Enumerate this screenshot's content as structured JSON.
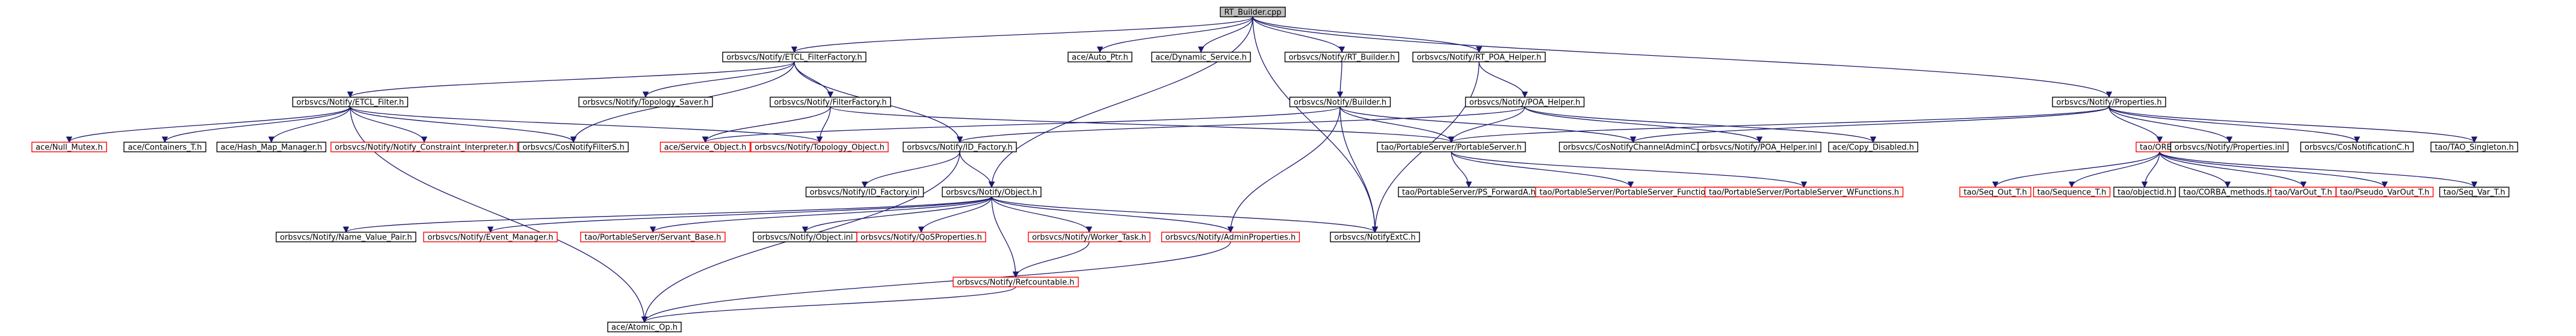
{
  "graph": {
    "colors": {
      "root_fill": "#bfbfbf",
      "node_border": "#000000",
      "missing_border": "#ff0000",
      "node_fill": "#ffffff",
      "edge_midnight": "#191970",
      "edge_orange": "#b35000"
    },
    "nodes": [
      {
        "id": "rt_builder_cpp",
        "label": "RT_Builder.cpp",
        "kind": "root"
      },
      {
        "id": "etcl_filterfactory_h",
        "label": "orbsvcs/Notify/ETCL_FilterFactory.h",
        "kind": "doc"
      },
      {
        "id": "auto_ptr_h",
        "label": "ace/Auto_Ptr.h",
        "kind": "doc"
      },
      {
        "id": "dynamic_service_h",
        "label": "ace/Dynamic_Service.h",
        "kind": "doc"
      },
      {
        "id": "rt_builder_h",
        "label": "orbsvcs/Notify/RT_Builder.h",
        "kind": "doc"
      },
      {
        "id": "rt_poa_helper_h",
        "label": "orbsvcs/Notify/RT_POA_Helper.h",
        "kind": "doc"
      },
      {
        "id": "notify_properties_h",
        "label": "orbsvcs/Notify/Properties.h",
        "kind": "doc"
      },
      {
        "id": "etcl_filter_h",
        "label": "orbsvcs/Notify/ETCL_Filter.h",
        "kind": "doc"
      },
      {
        "id": "topology_saver_h",
        "label": "orbsvcs/Notify/Topology_Saver.h",
        "kind": "doc"
      },
      {
        "id": "filterfactory_h",
        "label": "orbsvcs/Notify/FilterFactory.h",
        "kind": "doc"
      },
      {
        "id": "builder_h",
        "label": "orbsvcs/Notify/Builder.h",
        "kind": "doc"
      },
      {
        "id": "poa_helper_h",
        "label": "orbsvcs/Notify/POA_Helper.h",
        "kind": "doc"
      },
      {
        "id": "null_mutex_h",
        "label": "ace/Null_Mutex.h",
        "kind": "missing"
      },
      {
        "id": "containers_t_h",
        "label": "ace/Containers_T.h",
        "kind": "doc"
      },
      {
        "id": "hash_map_manager_h",
        "label": "ace/Hash_Map_Manager.h",
        "kind": "doc"
      },
      {
        "id": "constraint_interpreter_h",
        "label": "orbsvcs/Notify/Notify_Constraint_Interpreter.h",
        "kind": "missing"
      },
      {
        "id": "cosnotifyfilters_h",
        "label": "orbsvcs/CosNotifyFilterS.h",
        "kind": "doc"
      },
      {
        "id": "service_object_h",
        "label": "ace/Service_Object.h",
        "kind": "missing"
      },
      {
        "id": "topology_object_h",
        "label": "orbsvcs/Notify/Topology_Object.h",
        "kind": "missing"
      },
      {
        "id": "id_factory_h",
        "label": "orbsvcs/Notify/ID_Factory.h",
        "kind": "doc"
      },
      {
        "id": "portableserver_h",
        "label": "tao/PortableServer/PortableServer.h",
        "kind": "doc"
      },
      {
        "id": "cosnotifychanneladminc_h",
        "label": "orbsvcs/CosNotifyChannelAdminC.h",
        "kind": "doc"
      },
      {
        "id": "poa_helper_inl",
        "label": "orbsvcs/Notify/POA_Helper.inl",
        "kind": "doc"
      },
      {
        "id": "copy_disabled_h",
        "label": "ace/Copy_Disabled.h",
        "kind": "doc"
      },
      {
        "id": "orb_h",
        "label": "tao/ORB.h",
        "kind": "missing"
      },
      {
        "id": "properties_inl",
        "label": "orbsvcs/Notify/Properties.inl",
        "kind": "doc"
      },
      {
        "id": "cosnotificationc_h",
        "label": "orbsvcs/CosNotificationC.h",
        "kind": "doc"
      },
      {
        "id": "tao_singleton_h",
        "label": "tao/TAO_Singleton.h",
        "kind": "doc"
      },
      {
        "id": "id_factory_inl",
        "label": "orbsvcs/Notify/ID_Factory.inl",
        "kind": "doc"
      },
      {
        "id": "notify_object_h",
        "label": "orbsvcs/Notify/Object.h",
        "kind": "doc"
      },
      {
        "id": "ps_forwarda_h",
        "label": "tao/PortableServer/PS_ForwardA.h",
        "kind": "doc"
      },
      {
        "id": "portableserver_functions_h",
        "label": "tao/PortableServer/PortableServer_Functions.h",
        "kind": "missing"
      },
      {
        "id": "portableserver_wfunctions_h",
        "label": "tao/PortableServer/PortableServer_WFunctions.h",
        "kind": "missing"
      },
      {
        "id": "seq_out_t_h",
        "label": "tao/Seq_Out_T.h",
        "kind": "missing"
      },
      {
        "id": "sequence_t_h",
        "label": "tao/Sequence_T.h",
        "kind": "missing"
      },
      {
        "id": "objectid_h",
        "label": "tao/objectid.h",
        "kind": "doc"
      },
      {
        "id": "corba_methods_h",
        "label": "tao/CORBA_methods.h",
        "kind": "doc"
      },
      {
        "id": "varout_t_h",
        "label": "tao/VarOut_T.h",
        "kind": "missing"
      },
      {
        "id": "pseudo_varout_t_h",
        "label": "tao/Pseudo_VarOut_T.h",
        "kind": "missing"
      },
      {
        "id": "seq_var_t_h",
        "label": "tao/Seq_Var_T.h",
        "kind": "doc"
      },
      {
        "id": "name_value_pair_h",
        "label": "orbsvcs/Notify/Name_Value_Pair.h",
        "kind": "doc"
      },
      {
        "id": "event_manager_h",
        "label": "orbsvcs/Notify/Event_Manager.h",
        "kind": "missing"
      },
      {
        "id": "servant_base_h",
        "label": "tao/PortableServer/Servant_Base.h",
        "kind": "missing"
      },
      {
        "id": "notify_object_inl",
        "label": "orbsvcs/Notify/Object.inl",
        "kind": "doc"
      },
      {
        "id": "qosproperties_h",
        "label": "orbsvcs/Notify/QoSProperties.h",
        "kind": "missing"
      },
      {
        "id": "worker_task_h",
        "label": "orbsvcs/Notify/Worker_Task.h",
        "kind": "missing"
      },
      {
        "id": "adminproperties_h",
        "label": "orbsvcs/Notify/AdminProperties.h",
        "kind": "missing"
      },
      {
        "id": "notifyextc_h",
        "label": "orbsvcs/NotifyExtC.h",
        "kind": "doc"
      },
      {
        "id": "refcountable_h",
        "label": "orbsvcs/Notify/Refcountable.h",
        "kind": "missing"
      },
      {
        "id": "atomic_op_h",
        "label": "ace/Atomic_Op.h",
        "kind": "doc"
      }
    ],
    "edges": [
      {
        "from": "rt_builder_cpp",
        "to": "etcl_filterfactory_h",
        "color": "midnight"
      },
      {
        "from": "rt_builder_cpp",
        "to": "auto_ptr_h",
        "color": "midnight"
      },
      {
        "from": "rt_builder_cpp",
        "to": "dynamic_service_h",
        "color": "midnight"
      },
      {
        "from": "rt_builder_cpp",
        "to": "rt_builder_h",
        "color": "midnight"
      },
      {
        "from": "rt_builder_cpp",
        "to": "rt_poa_helper_h",
        "color": "midnight"
      },
      {
        "from": "rt_builder_cpp",
        "to": "notify_properties_h",
        "color": "midnight"
      },
      {
        "from": "rt_builder_cpp",
        "to": "notify_object_h",
        "color": "midnight"
      },
      {
        "from": "rt_builder_cpp",
        "to": "notifyextc_h",
        "color": "midnight"
      },
      {
        "from": "etcl_filterfactory_h",
        "to": "etcl_filter_h",
        "color": "midnight"
      },
      {
        "from": "etcl_filterfactory_h",
        "to": "topology_saver_h",
        "color": "midnight"
      },
      {
        "from": "etcl_filterfactory_h",
        "to": "filterfactory_h",
        "color": "midnight"
      },
      {
        "from": "etcl_filterfactory_h",
        "to": "id_factory_h",
        "color": "midnight"
      },
      {
        "from": "etcl_filterfactory_h",
        "to": "cosnotifyfilters_h",
        "color": "midnight"
      },
      {
        "from": "etcl_filter_h",
        "to": "null_mutex_h",
        "color": "midnight"
      },
      {
        "from": "etcl_filter_h",
        "to": "containers_t_h",
        "color": "midnight"
      },
      {
        "from": "etcl_filter_h",
        "to": "hash_map_manager_h",
        "color": "midnight"
      },
      {
        "from": "etcl_filter_h",
        "to": "constraint_interpreter_h",
        "color": "midnight"
      },
      {
        "from": "etcl_filter_h",
        "to": "cosnotifyfilters_h",
        "color": "midnight"
      },
      {
        "from": "etcl_filter_h",
        "to": "topology_object_h",
        "color": "midnight"
      },
      {
        "from": "etcl_filter_h",
        "to": "atomic_op_h",
        "color": "midnight"
      },
      {
        "from": "filterfactory_h",
        "to": "service_object_h",
        "color": "midnight"
      },
      {
        "from": "filterfactory_h",
        "to": "topology_object_h",
        "color": "midnight"
      },
      {
        "from": "filterfactory_h",
        "to": "portableserver_h",
        "color": "midnight"
      },
      {
        "from": "rt_builder_h",
        "to": "builder_h",
        "color": "midnight"
      },
      {
        "from": "builder_h",
        "to": "service_object_h",
        "color": "midnight"
      },
      {
        "from": "builder_h",
        "to": "portableserver_h",
        "color": "midnight"
      },
      {
        "from": "builder_h",
        "to": "cosnotifychanneladminc_h",
        "color": "midnight"
      },
      {
        "from": "builder_h",
        "to": "adminproperties_h",
        "color": "midnight"
      },
      {
        "from": "builder_h",
        "to": "notifyextc_h",
        "color": "midnight"
      },
      {
        "from": "rt_poa_helper_h",
        "to": "poa_helper_h",
        "color": "midnight"
      },
      {
        "from": "rt_poa_helper_h",
        "to": "notifyextc_h",
        "color": "midnight"
      },
      {
        "from": "poa_helper_h",
        "to": "portableserver_h",
        "color": "midnight"
      },
      {
        "from": "poa_helper_h",
        "to": "id_factory_h",
        "color": "midnight"
      },
      {
        "from": "poa_helper_h",
        "to": "poa_helper_inl",
        "color": "midnight"
      },
      {
        "from": "poa_helper_h",
        "to": "copy_disabled_h",
        "color": "midnight"
      },
      {
        "from": "notify_properties_h",
        "to": "portableserver_h",
        "color": "midnight"
      },
      {
        "from": "notify_properties_h",
        "to": "cosnotifychanneladminc_h",
        "color": "midnight"
      },
      {
        "from": "notify_properties_h",
        "to": "orb_h",
        "color": "midnight"
      },
      {
        "from": "notify_properties_h",
        "to": "properties_inl",
        "color": "midnight"
      },
      {
        "from": "notify_properties_h",
        "to": "cosnotificationc_h",
        "color": "midnight"
      },
      {
        "from": "notify_properties_h",
        "to": "tao_singleton_h",
        "color": "midnight"
      },
      {
        "from": "id_factory_h",
        "to": "id_factory_inl",
        "color": "midnight"
      },
      {
        "from": "id_factory_h",
        "to": "notify_object_h",
        "color": "midnight"
      },
      {
        "from": "id_factory_h",
        "to": "atomic_op_h",
        "color": "midnight"
      },
      {
        "from": "portableserver_h",
        "to": "ps_forwarda_h",
        "color": "midnight"
      },
      {
        "from": "portableserver_h",
        "to": "portableserver_functions_h",
        "color": "midnight"
      },
      {
        "from": "portableserver_h",
        "to": "portableserver_wfunctions_h",
        "color": "midnight"
      },
      {
        "from": "orb_h",
        "to": "seq_out_t_h",
        "color": "midnight"
      },
      {
        "from": "orb_h",
        "to": "sequence_t_h",
        "color": "midnight"
      },
      {
        "from": "orb_h",
        "to": "objectid_h",
        "color": "midnight"
      },
      {
        "from": "orb_h",
        "to": "corba_methods_h",
        "color": "midnight"
      },
      {
        "from": "orb_h",
        "to": "varout_t_h",
        "color": "midnight"
      },
      {
        "from": "orb_h",
        "to": "pseudo_varout_t_h",
        "color": "midnight"
      },
      {
        "from": "orb_h",
        "to": "seq_var_t_h",
        "color": "midnight"
      },
      {
        "from": "notify_object_h",
        "to": "name_value_pair_h",
        "color": "midnight"
      },
      {
        "from": "notify_object_h",
        "to": "event_manager_h",
        "color": "midnight"
      },
      {
        "from": "notify_object_h",
        "to": "servant_base_h",
        "color": "midnight"
      },
      {
        "from": "notify_object_h",
        "to": "notify_object_inl",
        "color": "midnight"
      },
      {
        "from": "notify_object_h",
        "to": "qosproperties_h",
        "color": "midnight"
      },
      {
        "from": "notify_object_h",
        "to": "worker_task_h",
        "color": "midnight"
      },
      {
        "from": "notify_object_h",
        "to": "adminproperties_h",
        "color": "midnight"
      },
      {
        "from": "notify_object_h",
        "to": "notifyextc_h",
        "color": "midnight"
      },
      {
        "from": "notify_object_h",
        "to": "refcountable_h",
        "color": "midnight"
      },
      {
        "from": "worker_task_h",
        "to": "refcountable_h",
        "color": "midnight"
      },
      {
        "from": "adminproperties_h",
        "to": "atomic_op_h",
        "color": "midnight"
      },
      {
        "from": "refcountable_h",
        "to": "atomic_op_h",
        "color": "midnight"
      }
    ]
  }
}
